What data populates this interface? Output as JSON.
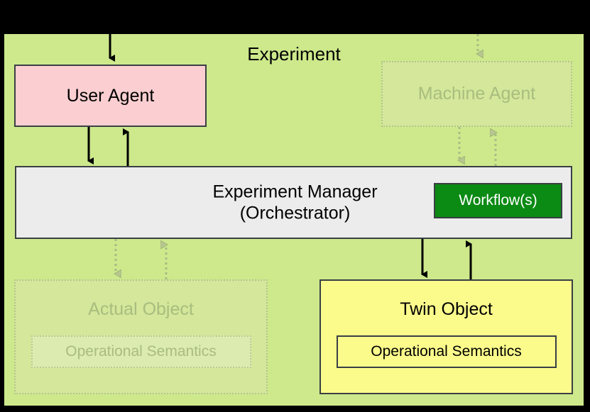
{
  "diagram": {
    "title": "Experiment",
    "background_color": "#cde98c",
    "frame_color": "#000000",
    "nodes": {
      "user_agent": {
        "label": "User Agent",
        "fill": "#fbcfd1",
        "state": "active"
      },
      "machine_agent": {
        "label": "Machine Agent",
        "fill": "#d4e79a",
        "state": "ghosted"
      },
      "experiment_manager": {
        "label_line_1": "Experiment Manager",
        "label_line_2": "(Orchestrator)",
        "fill": "#ececec",
        "state": "active"
      },
      "workflows": {
        "label": "Workflow(s)",
        "fill": "#0b8a14",
        "text_color": "#ffffff",
        "state": "active"
      },
      "actual_object": {
        "label": "Actual Object",
        "inner_label": "Operational Semantics",
        "fill": "#d4e79a",
        "state": "ghosted"
      },
      "twin_object": {
        "label": "Twin Object",
        "inner_label": "Operational Semantics",
        "fill": "#fbfb8c",
        "state": "active"
      }
    },
    "connectors": [
      {
        "name": "external-to-user-agent",
        "style": "solid",
        "direction": "down",
        "color": "#000000"
      },
      {
        "name": "external-to-machine-agent",
        "style": "dotted",
        "direction": "down",
        "color": "#9fb477"
      },
      {
        "name": "user-agent-to-manager",
        "style": "solid",
        "direction": "down",
        "color": "#000000"
      },
      {
        "name": "manager-to-user-agent",
        "style": "solid",
        "direction": "up",
        "color": "#000000"
      },
      {
        "name": "machine-agent-to-manager",
        "style": "dotted",
        "direction": "down",
        "color": "#9fb477"
      },
      {
        "name": "manager-to-machine-agent",
        "style": "dotted",
        "direction": "up",
        "color": "#9fb477"
      },
      {
        "name": "manager-to-actual-object",
        "style": "dotted",
        "direction": "down",
        "color": "#9fb477"
      },
      {
        "name": "actual-object-to-manager",
        "style": "dotted",
        "direction": "up",
        "color": "#9fb477"
      },
      {
        "name": "manager-to-twin-object",
        "style": "solid",
        "direction": "down",
        "color": "#000000"
      },
      {
        "name": "twin-object-to-manager",
        "style": "solid",
        "direction": "up",
        "color": "#000000"
      }
    ]
  }
}
